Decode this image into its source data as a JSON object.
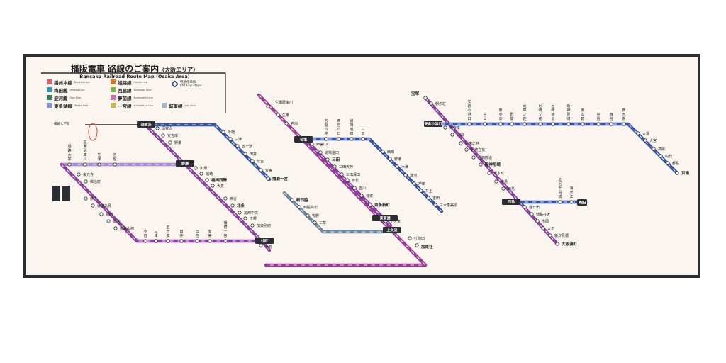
{
  "title": {
    "ja": "播阪電車 路線のご案内",
    "ja_sub": "（大阪エリア）",
    "en": "Bansaka Railroad Route Map (Osaka Area)"
  },
  "legend": [
    {
      "ja": "播州本線",
      "en": "Banshu Line",
      "color": "#e05c6e"
    },
    {
      "ja": "姫路線",
      "en": "Himeji Line",
      "color": "#d97a2a"
    },
    {
      "ja": "梅田線",
      "en": "Umeda Line",
      "color": "#2a9bb3"
    },
    {
      "ja": "西脇線",
      "en": "Nishiwaki Line",
      "color": "#7cb84a"
    },
    {
      "ja": "淀河線",
      "en": "Ogo Line",
      "color": "#2f7c5c"
    },
    {
      "ja": "夢前線",
      "en": "Yumesakin Line",
      "color": "#c86fb2"
    },
    {
      "ja": "東条湖線",
      "en": "Tojoko Line",
      "color": "#7f8fe8"
    },
    {
      "ja": "一宮線",
      "en": "Ichinomiya Line",
      "color": "#c7b54a"
    },
    {
      "ja": "城東線",
      "en": "Joto Line",
      "color": "#9fb3c0"
    }
  ],
  "express_legend": {
    "ja": "特急停車駅",
    "en": "Ltd.Exp.stops"
  },
  "colors": {
    "frame": "#2b2d33",
    "board": "#faf5ef",
    "purple": "#8a3f9e",
    "magenta": "#9b3a93",
    "blue": "#3453a8",
    "lightpurple": "#a98ad6",
    "slate": "#6b8aa0",
    "dark": "#2b2d33"
  },
  "stations": {
    "s01": "須賀沢",
    "s02": "安吉岸",
    "s03": "野瀬",
    "s04": "久畑",
    "s05": "福崎",
    "s06": "福崎西野",
    "s07": "大貫",
    "s08": "西谷",
    "s09": "北条",
    "s10": "加西中央",
    "s11": "玉野",
    "s12": "加東別府",
    "s13": "社町",
    "s14": "今宿",
    "s15": "三津",
    "s16": "五十波",
    "s17": "田井",
    "s18": "伝吉",
    "s19": "安実",
    "s20": "播磨一宮",
    "s21": "東光寺",
    "s22": "御治町",
    "s23": "県内",
    "s24": "城東丸見",
    "s25": "花田",
    "s26": "書院",
    "s27": "姫路山崎",
    "s28": "姫路大学",
    "s29": "生瀬武庫川",
    "s30": "生瀬",
    "s31": "名塩",
    "s32": "名塩山荘",
    "s33": "西宮山口",
    "s34": "道場塩田",
    "s35": "三田",
    "s36": "三田天神",
    "s37": "三田深田",
    "s38": "赤松",
    "s39": "吉川",
    "s40": "有安",
    "s41": "東条新町",
    "s42": "東条湖",
    "s43": "上久米",
    "s44": "社随田",
    "s45": "加東社",
    "s46": "西脇中央",
    "s47": "新西脇",
    "s48": "西脇高松",
    "s49": "牧野",
    "s50": "三草",
    "s51": "西畑",
    "s52": "野瀬",
    "s53": "木津",
    "s54": "淀河",
    "s55": "芦田",
    "s56": "井上",
    "s57": "吉田",
    "s58": "三木恵美須",
    "s59": "三木本町",
    "s60": "宝塚",
    "s61": "朝の荘",
    "s62": "安倉小浜口",
    "s63": "中山",
    "s64": "東寺本",
    "s65": "野間",
    "s66": "武庫之荘",
    "s67": "尼崎立花",
    "s68": "尼崎鶴道",
    "s69": "阪神尼崎",
    "s70": "東本町",
    "s71": "中島",
    "s72": "西島",
    "s73": "西九条",
    "s74": "春日出",
    "s75": "姉路井天",
    "s76": "市岡",
    "s77": "大正",
    "s78": "新汐見橋",
    "s79": "大阪湊町",
    "s80": "北区千鳥橋",
    "s81": "海老江",
    "s82": "梅田",
    "s83": "大還",
    "s84": "大宮",
    "s85": "高殿",
    "s86": "内代",
    "s87": "都島",
    "s88": "京橋"
  },
  "terminals": {
    "hyogo": "播磨大学前",
    "nishiwaki": "新西脇",
    "himeji": "姫路"
  }
}
